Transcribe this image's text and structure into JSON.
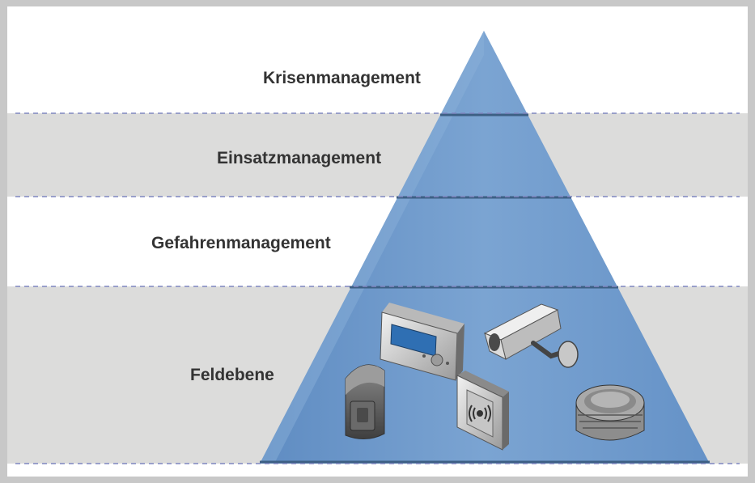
{
  "diagram": {
    "levels": [
      {
        "label": "Krisenmanagement"
      },
      {
        "label": "Einsatzmanagement"
      },
      {
        "label": "Gefahrenmanagement"
      },
      {
        "label": "Feldebene"
      }
    ],
    "devices": [
      {
        "name": "control-panel-device"
      },
      {
        "name": "surveillance-camera-device"
      },
      {
        "name": "motion-detector-device"
      },
      {
        "name": "alarm-button-device"
      },
      {
        "name": "smoke-detector-device"
      }
    ]
  },
  "colors": {
    "frame": "#c8c8c8",
    "band_grey": "#dcdcdb",
    "pyramid": "#6f9acb",
    "pyramid_band_line": "#3d5f84",
    "dashed_line": "#7f86c0",
    "label_text": "#333333"
  }
}
